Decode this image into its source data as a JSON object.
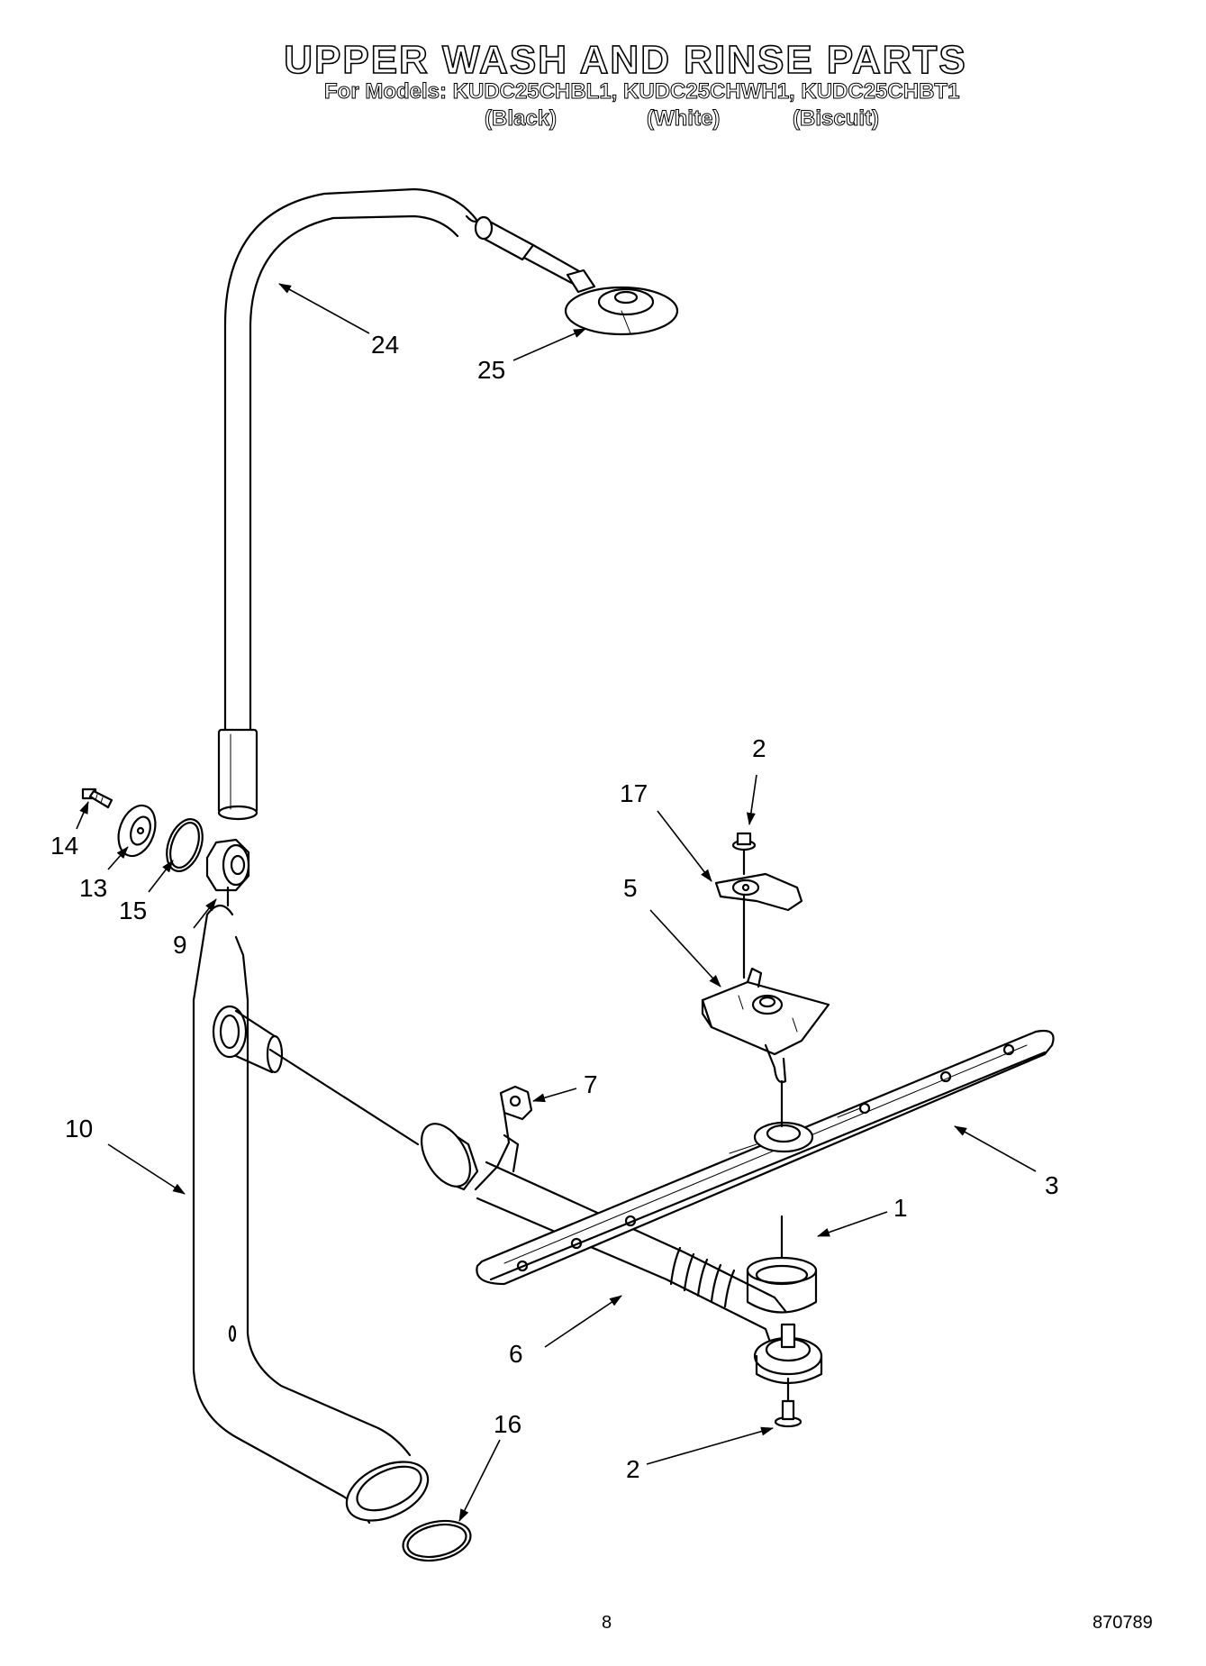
{
  "header": {
    "title": "UPPER WASH AND RINSE PARTS",
    "models": "For Models: KUDC25CHBL1, KUDC25CHWH1, KUDC25CHBT1",
    "variants": [
      "(Black)",
      "(White)",
      "(Biscuit)"
    ]
  },
  "callouts": {
    "c24": "24",
    "c25": "25",
    "c2a": "2",
    "c17": "17",
    "c14": "14",
    "c13": "13",
    "c15": "15",
    "c9": "9",
    "c5": "5",
    "c7": "7",
    "c10": "10",
    "c3": "3",
    "c1": "1",
    "c6": "6",
    "c16": "16",
    "c2b": "2"
  },
  "footer": {
    "page": "8",
    "doc": "870789"
  }
}
